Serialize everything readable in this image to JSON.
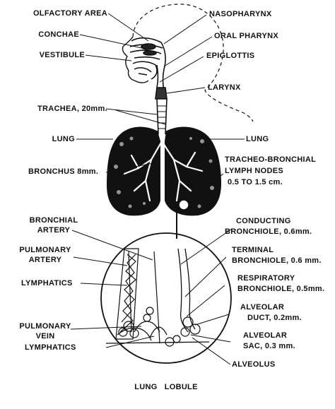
{
  "labels": {
    "olfactory_area": "OLFACTORY AREA",
    "conchae": "CONCHAE",
    "vestibule": "VESTIBULE",
    "nasopharynx": "NASOPHARYNX",
    "oral_pharynx": "ORAL PHARYNX",
    "epiglottis": "EPIGLOTTIS",
    "larynx": "LARYNX",
    "trachea": "TRACHEA, 20mm.",
    "lung_left": "LUNG",
    "lung_right": "LUNG",
    "bronchus": "BRONCHUS 8mm.",
    "lymph_nodes": [
      "TRACHEO-BRONCHIAL",
      "LYMPH NODES",
      "0.5 TO 1.5 cm."
    ],
    "bronchial_artery": [
      "BRONCHIAL",
      "ARTERY"
    ],
    "pulmonary_artery": [
      "PULMONARY",
      "ARTERY"
    ],
    "lymphatics_upper": "LYMPHATICS",
    "pulmonary_vein": [
      "PULMONARY",
      "VEIN"
    ],
    "lymphatics_lower": "LYMPHATICS",
    "conducting_bronchiole": [
      "CONDUCTING",
      "BRONCHIOLE, 0.6mm."
    ],
    "terminal_bronchiole": [
      "TERMINAL",
      "BRONCHIOLE, 0.6 mm."
    ],
    "respiratory_bronchiole": [
      "RESPIRATORY",
      "BRONCHIOLE, 0.5mm."
    ],
    "alveolar_duct": [
      "ALVEOLAR",
      "DUCT, 0.2mm."
    ],
    "alveolar_sac": [
      "ALVEOLAR",
      "SAC, 0.3 mm."
    ],
    "alveolus": "ALVEOLUS",
    "lung_lobule": "LUNG   LOBULE"
  }
}
